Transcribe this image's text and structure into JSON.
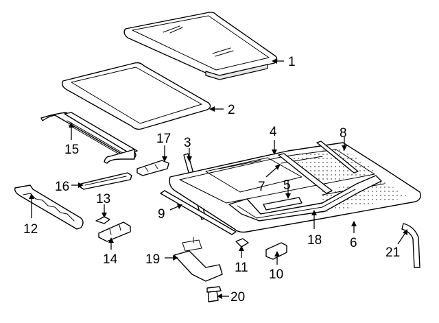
{
  "callouts": [
    {
      "num": "1"
    },
    {
      "num": "2"
    },
    {
      "num": "3"
    },
    {
      "num": "4"
    },
    {
      "num": "5"
    },
    {
      "num": "6"
    },
    {
      "num": "7"
    },
    {
      "num": "8"
    },
    {
      "num": "9"
    },
    {
      "num": "10"
    },
    {
      "num": "11"
    },
    {
      "num": "12"
    },
    {
      "num": "13"
    },
    {
      "num": "14"
    },
    {
      "num": "15"
    },
    {
      "num": "16"
    },
    {
      "num": "17"
    },
    {
      "num": "18"
    },
    {
      "num": "19"
    },
    {
      "num": "20"
    },
    {
      "num": "21"
    }
  ]
}
